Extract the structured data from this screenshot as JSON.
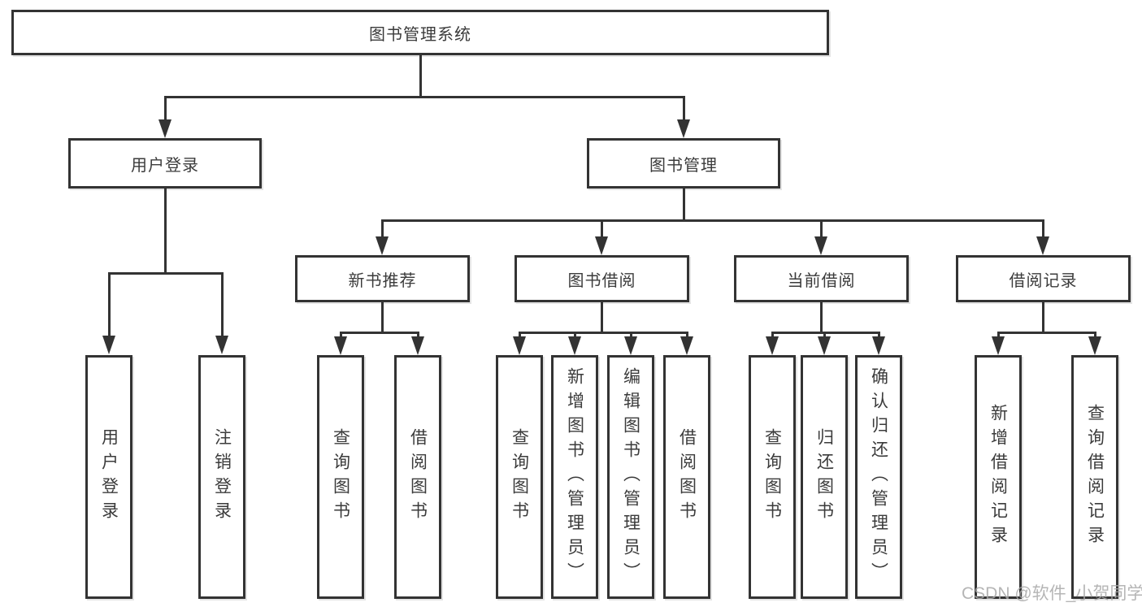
{
  "colors": {
    "line": "#333333",
    "text": "#3b3b3b",
    "background": "#ffffff",
    "watermark_color": "#a9a9a9"
  },
  "watermark": {
    "text": "CSDN @软件_小贺同学"
  },
  "tree": {
    "root": {
      "label": "图书管理系统"
    },
    "branches": [
      {
        "label": "用户登录",
        "children": [
          {
            "label": "用户登录"
          },
          {
            "label": "注销登录"
          }
        ]
      },
      {
        "label": "图书管理",
        "children": [
          {
            "label": "新书推荐",
            "children": [
              {
                "label": "查询图书"
              },
              {
                "label": "借阅图书"
              }
            ]
          },
          {
            "label": "图书借阅",
            "children": [
              {
                "label": "查询图书"
              },
              {
                "label": "新增图书（管理员）"
              },
              {
                "label": "编辑图书（管理员）"
              },
              {
                "label": "借阅图书"
              }
            ]
          },
          {
            "label": "当前借阅",
            "children": [
              {
                "label": "查询图书"
              },
              {
                "label": "归还图书"
              },
              {
                "label": "确认归还（管理员）"
              }
            ]
          },
          {
            "label": "借阅记录",
            "children": [
              {
                "label": "新增借阅记录"
              },
              {
                "label": "查询借阅记录"
              }
            ]
          }
        ]
      }
    ]
  }
}
